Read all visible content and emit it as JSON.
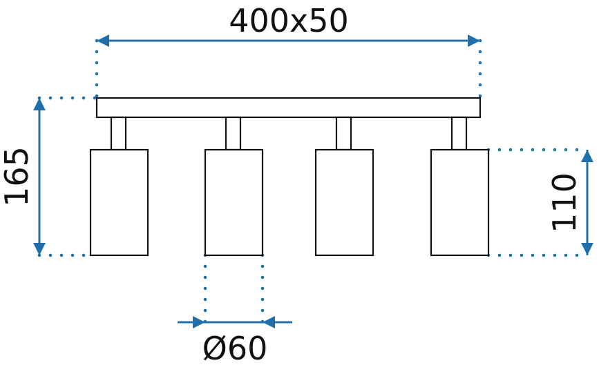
{
  "colors": {
    "dimension": "#1f6fad",
    "outline": "#111111",
    "background": "#ffffff"
  },
  "dimensions": {
    "width_depth": "400x50",
    "height_total": "165",
    "spot_height": "110",
    "spot_diameter": "Ø60"
  }
}
